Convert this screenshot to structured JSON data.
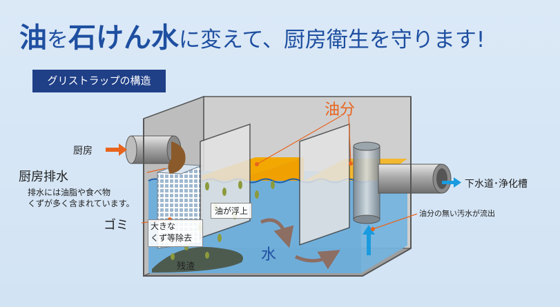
{
  "headline": {
    "part1": "油",
    "part2": "を",
    "part3": "石けん水",
    "part4": "に変えて、厨房衛生を守ります!"
  },
  "badge": "グリストラップの構造",
  "labels": {
    "kitchen": "厨房",
    "kitchen_drain": "厨房排水",
    "drain_note_line1": "排水には油脂や食べ物",
    "drain_note_line2": "くずが多く含まれています。",
    "garbage": "ゴミ",
    "big_waste_line1": "大きな",
    "big_waste_line2": "くず等除去",
    "oil_floats": "油が浮上",
    "oil": "油分",
    "water": "水",
    "residue": "残渣",
    "sewer": "下水道･浄化槽",
    "clean_outflow": "油分の無い汚水が流出"
  },
  "colors": {
    "title": "#1e4fa0",
    "badge": "#1f3f87",
    "water": "#6fb0dd",
    "oil": "#f0a000",
    "arrow_orange": "#e8641e",
    "arrow_blue": "#1a9be0"
  },
  "icons": [
    "orange-arrow-icon",
    "blue-arrow-icon",
    "flow-arrow-icon"
  ]
}
